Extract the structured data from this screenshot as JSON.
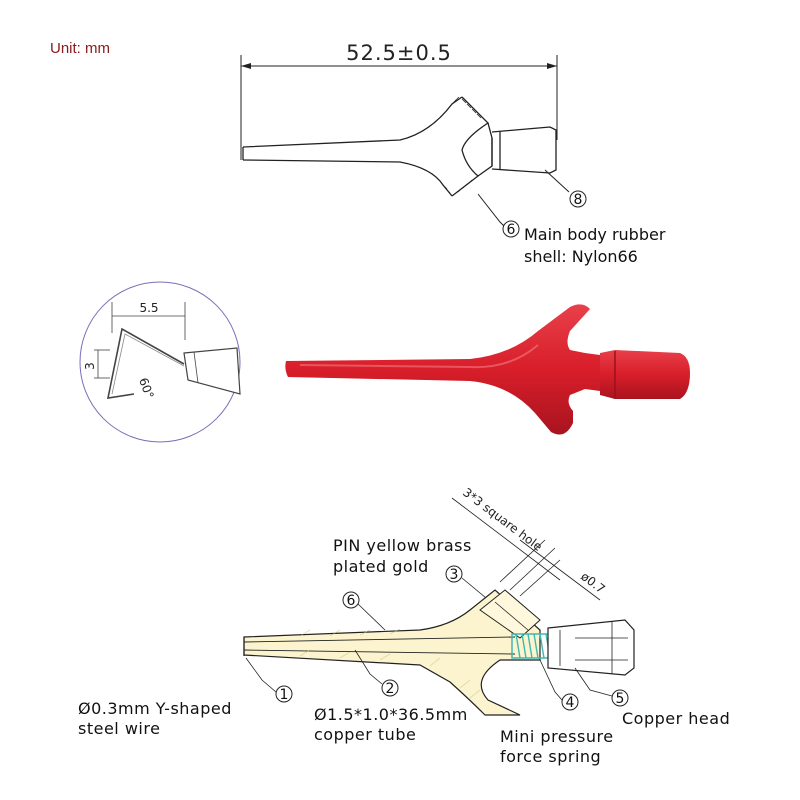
{
  "unit_label": "Unit: mm",
  "top_view": {
    "overall_length": "52.5±0.5",
    "callout_8": "⑧",
    "callout_6": "⑥",
    "material_line1": "Main body rubber",
    "material_line2": "shell: Nylon66"
  },
  "detail_view": {
    "width": "5.5",
    "height": "3",
    "angle": "60°"
  },
  "photo": {
    "color": "#d81e2a"
  },
  "section_view": {
    "label_3_line1": "PIN yellow brass",
    "label_3_line2": "plated gold",
    "hole_label": "3*3 square hole",
    "pin_dia": "ø0.7",
    "n1": "1",
    "n2": "2",
    "n3": "3",
    "n4": "4",
    "n5": "5",
    "n6": "6",
    "label_1_line1": "Ø0.3mm Y-shaped",
    "label_1_line2": "steel wire",
    "label_2_line1": "Ø1.5*1.0*36.5mm",
    "label_2_line2": "copper tube",
    "label_4_line1": "Mini pressure",
    "label_4_line2": "force spring",
    "label_5": "Copper head",
    "spring_color": "#3fb8b0",
    "fill_color": "#fbf4cf"
  }
}
